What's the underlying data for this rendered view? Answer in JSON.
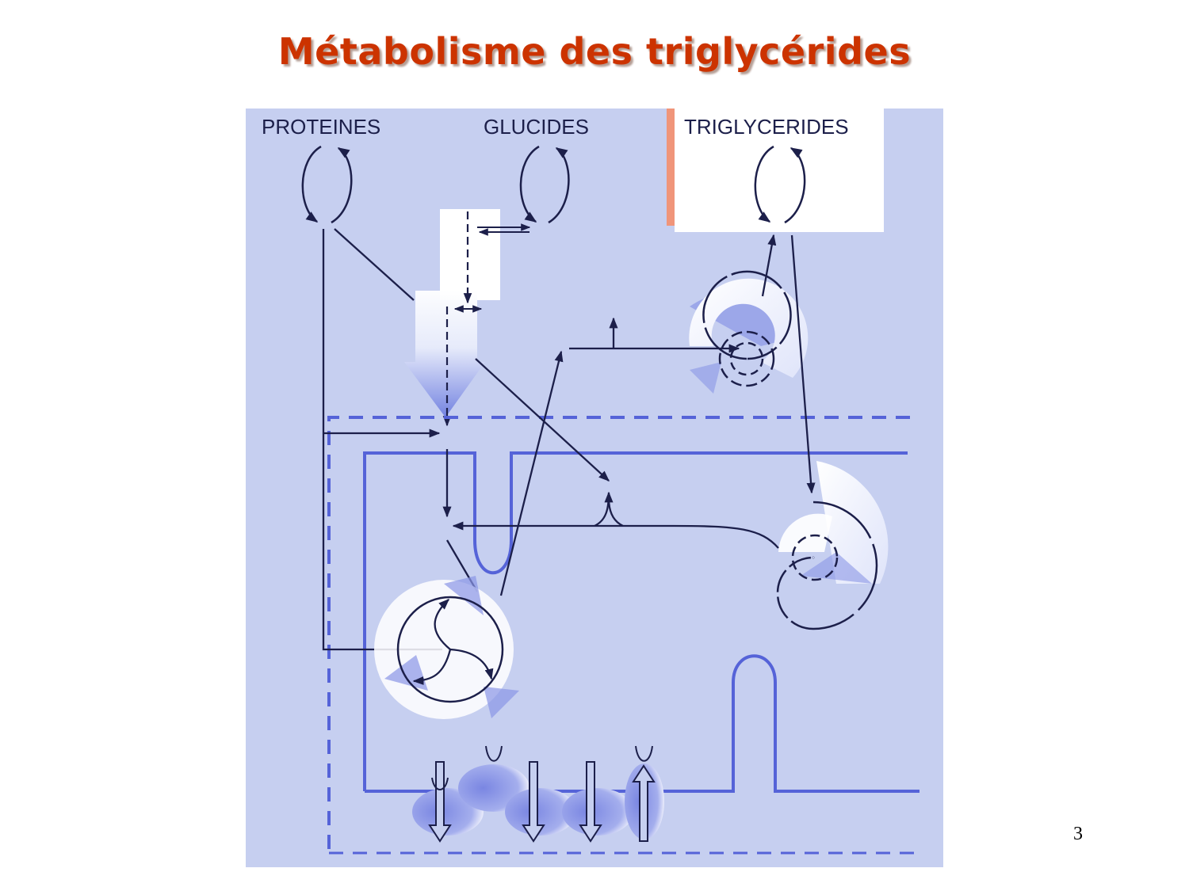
{
  "slide": {
    "title": "Métabolisme des triglycérides",
    "page_number": "3",
    "title_color": "#cc3300"
  },
  "diagram": {
    "labels": {
      "proteins": "PROTEINES",
      "carbohydrates": "GLUCIDES",
      "triglycerides": "TRIGLYCERIDES"
    },
    "colors": {
      "background": "#c6cff0",
      "membrane": "#5563d8",
      "arrow": "#1c1f4a",
      "highlight_box": "#ffffff",
      "accent_bar": "#f0957a"
    },
    "elements": [
      "proteins-cycle",
      "carbohydrates-cycle",
      "triglycerides-cycle",
      "central-downward-flux-arrow",
      "upper-spiral-cycle",
      "right-spiral-cycle",
      "lower-three-way-cycle",
      "cell-membrane-outline",
      "dashed-compartment-boundary",
      "membrane-transporters"
    ]
  }
}
